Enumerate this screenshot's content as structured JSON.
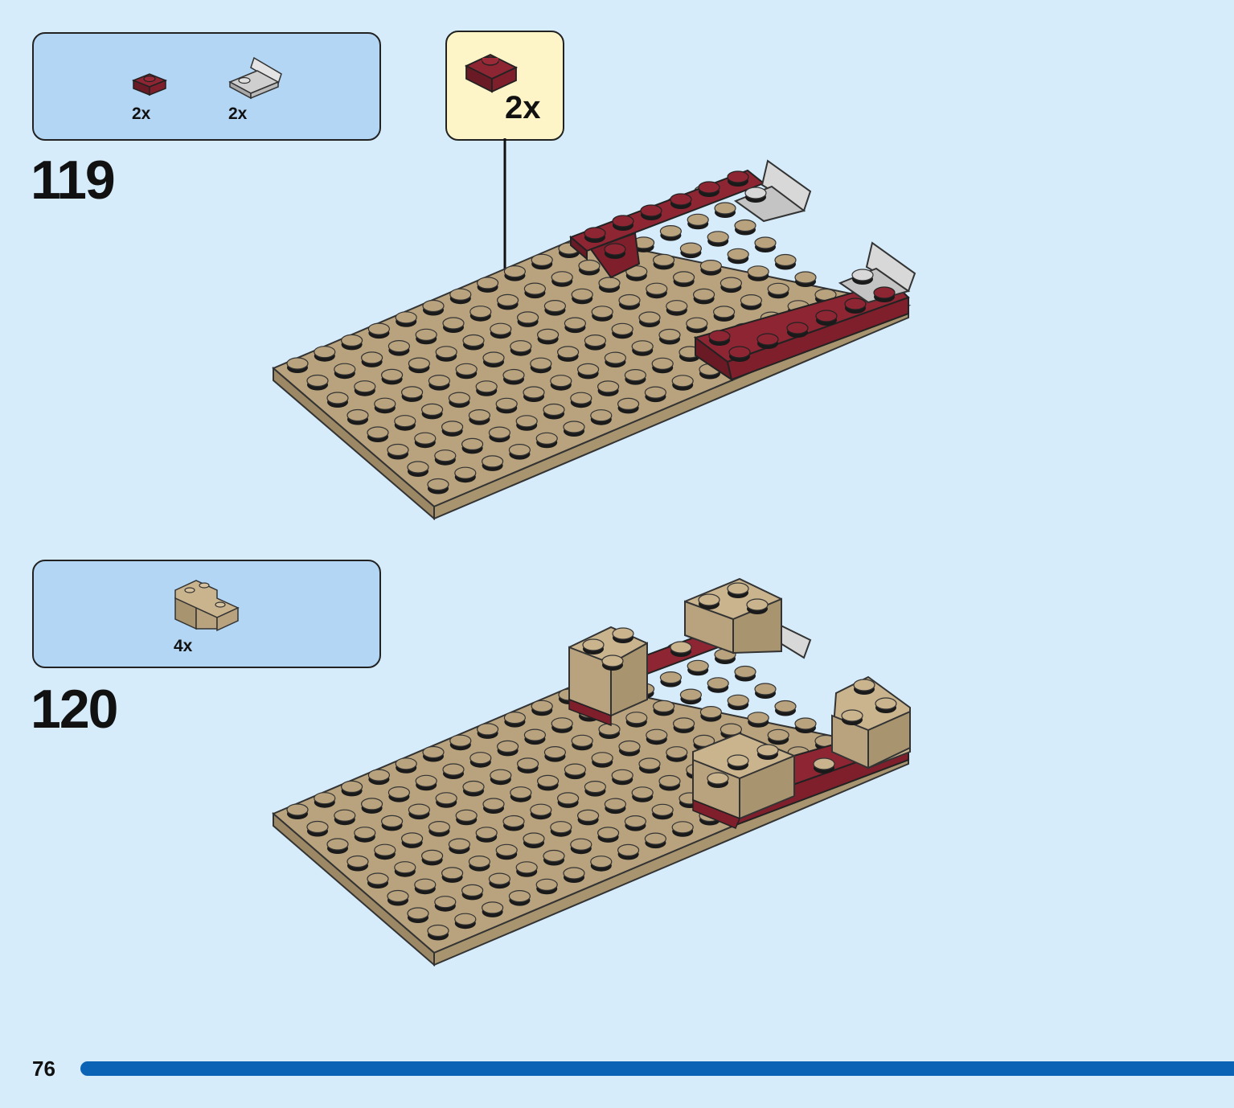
{
  "page_number": "76",
  "colors": {
    "background": "#d6ecfb",
    "parts_box": "#b3d6f4",
    "callout_box": "#fdf4c8",
    "tan": "#b8a37e",
    "dark_red": "#7e1f2b",
    "light_gray": "#c9c9c9",
    "page_bar": "#0b63b5"
  },
  "steps": [
    {
      "number": "119",
      "parts": [
        {
          "part": "dark-red-plate-1x1-icon",
          "qty": "2x"
        },
        {
          "part": "light-gray-bracket-icon",
          "qty": "2x"
        }
      ],
      "callout": {
        "part": "dark-red-plate-1x2-icon",
        "qty": "2x"
      }
    },
    {
      "number": "120",
      "parts": [
        {
          "part": "tan-corner-brick-icon",
          "qty": "4x"
        }
      ]
    }
  ]
}
